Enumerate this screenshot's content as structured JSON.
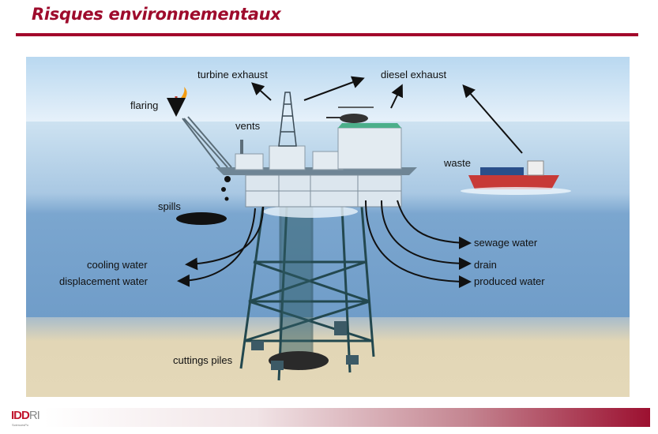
{
  "slide": {
    "title": "Risques environnementaux"
  },
  "diagram": {
    "labels": {
      "turbine_exhaust": "turbine exhaust",
      "diesel_exhaust": "diesel exhaust",
      "flaring": "flaring",
      "vents": "vents",
      "waste": "waste",
      "spills": "spills",
      "sewage_water": "sewage water",
      "cooling_water": "cooling water",
      "drain": "drain",
      "displacement_water": "displacement water",
      "produced_water": "produced water",
      "cuttings_piles": "cuttings piles"
    }
  },
  "footer": {
    "logo": "IDDRI",
    "logo_red": "IDD",
    "logo_grey": "RI",
    "logo_sub": "SciencesPo"
  },
  "colors": {
    "accent": "#a3082b",
    "sky": "#cfe4f5",
    "sea": "#7aa5cf",
    "seabed": "#e2d6b6"
  }
}
